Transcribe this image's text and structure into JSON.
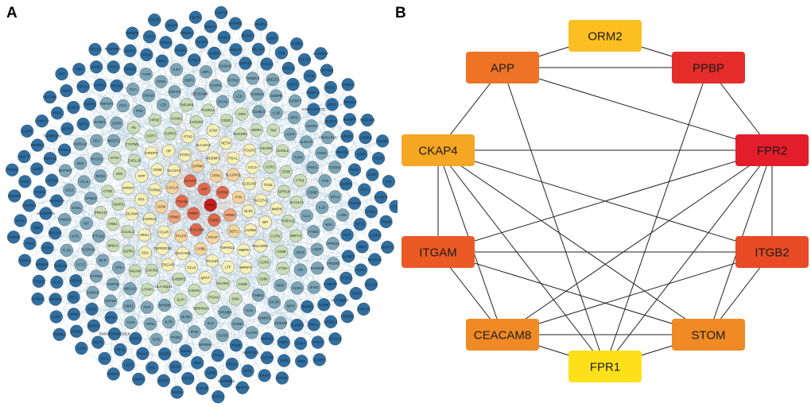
{
  "panel_a": {
    "label": "A",
    "edge_colors": {
      "inner": "#e8a890",
      "outer": "#a9c8dc"
    },
    "groups": [
      {
        "color": "#cc1c1c",
        "nodes": [
          "FPR2"
        ]
      },
      {
        "color": "#e06a4c",
        "nodes": [
          "PPBP",
          "APP",
          "ITGB2",
          "ITGAM",
          "STOM",
          "CEACAM8",
          "CKAP4"
        ]
      },
      {
        "color": "#eea57c",
        "nodes": [
          "ORM2",
          "ORM1"
        ]
      },
      {
        "color": "#f5d49a",
        "nodes": [
          "FPR1",
          "PSAP",
          "CXCL8",
          "FYN",
          "PTAFR",
          "GPR84",
          "BST1",
          "CD36",
          "SLCO4C1",
          "CYBB"
        ]
      },
      {
        "color": "#f7f0b4",
        "nodes": [
          "SLC2A3",
          "OLR1",
          "FCAR",
          "MCEMP1",
          "TSPAN14",
          "TARM1",
          "CLEC4D",
          "CEACAM1",
          "PTPRJ",
          "LILRB2",
          "FCER1G",
          "ITGAL",
          "PLAUR",
          "CD93",
          "SLC27A2",
          "TNFRSF1B",
          "SLC44A2",
          "MMP9",
          "PF4",
          "CCL5",
          "CCL4",
          "HP",
          "BPI",
          "ARG1",
          "RETN",
          "LTF",
          "CFP",
          "TCN1",
          "OSCAR",
          "PTX3",
          "PGLYRP1",
          "OLFM4",
          "FOLR3",
          "QPCT",
          "CRISP3",
          "MMP8",
          "CDA",
          "LCN2",
          "MPEP4",
          "GPR97"
        ]
      },
      {
        "color": "#c9dcb4",
        "nodes": [
          "CCR1",
          "GABBR1",
          "S1PR3",
          "CCR2",
          "CCL4L1",
          "SUCNR1",
          "HCAR2",
          "CXCL16",
          "GPR18",
          "CXCR2",
          "CX3CR1",
          "CCR5",
          "C5AR1",
          "HCAR3",
          "CXCR1",
          "CCR7",
          "P2RY13",
          "S1PR1",
          "CD3G",
          "CD3D",
          "CD4",
          "CD3E",
          "HLA-DQA1",
          "ICAM1",
          "CD28",
          "VNN1",
          "SIRPA",
          "ITGAX",
          "CYSTM1",
          "SLC11A1",
          "MGAM",
          "FCGR1A",
          "CD86",
          "CTSZ",
          "CHI3L1",
          "SLPI",
          "HPSE",
          "DEFA4",
          "MNDA",
          "GRN",
          "GNS",
          "CTSS",
          "FTH1",
          "LTA4H",
          "TNFAIP6",
          "CTSH",
          "PRKCD",
          "TNF",
          "SERPINA1",
          "F5"
        ]
      },
      {
        "color": "#7ca6b8",
        "nodes": [
          "CLU",
          "CFD",
          "VCAN",
          "THBS1",
          "RCN1",
          "TLR4",
          "MYD88",
          "LTB",
          "CD14",
          "PTGS2",
          "CD40LG",
          "TYROBP",
          "MGST1",
          "CD68",
          "ABCA13",
          "CEACAM6",
          "BRI3",
          "CPNE3",
          "ACPP",
          "BLNK",
          "PXN",
          "ITGB3",
          "BCR",
          "LCK",
          "HCK",
          "PLCG2",
          "PAG1",
          "FGR",
          "GRAP2",
          "ITK",
          "KIT",
          "IL1B",
          "IL1A",
          "CD34",
          "IL18",
          "HSPA8",
          "CASP1",
          "IGF2R",
          "CCL3",
          "CLEC7A",
          "IL7R",
          "SNX10",
          "LDLR",
          "FCGR2A",
          "FCGR3A",
          "RHOB",
          "CD2",
          "FYB",
          "GBP1",
          "GBP2",
          "OAS2",
          "OASL",
          "IRF8",
          "IFI30",
          "IRF4",
          "MX1",
          "IFITM3",
          "IFITM1",
          "SAMHD1",
          "MX2",
          "VNN3",
          "VNN2",
          "CD52",
          "FCGR3B",
          "ALPL",
          "CEBPB",
          "TGFBI",
          "KLRD1",
          "BCL6",
          "CD79B",
          "LRP1",
          "MPO",
          "AZU1",
          "CECR1",
          "PADI2",
          "GCA",
          "CPPED1",
          "CCT2",
          "TXNDC5",
          "ALOX5",
          "S100A12",
          "CD163",
          "TLR1",
          "TLR7",
          "IFNG",
          "FAM20A",
          "IGFBP7",
          "NFKBIA",
          "TNFAIP3",
          "LY96",
          "S100A9",
          "S100A8",
          "CD300E",
          "MAP3K8",
          "ARHGAP26",
          "TLR2",
          "TLR8",
          "IFNGR2",
          "TLR5",
          "UBE2D1"
        ]
      },
      {
        "color": "#2f6fa2",
        "nodes": [
          "TYMP",
          "UPP1",
          "DUSP2",
          "DPYD",
          "FLT3LG",
          "DUSP1",
          "B4GALT5",
          "CSGALNACT1",
          "BAG3",
          "PROM1",
          "FLT3",
          "HSPA4",
          "HSPA1B",
          "HSPA1A",
          "SCML1",
          "DNAJB1",
          "SORT1",
          "BMI1",
          "IL18RAP",
          "DNAJA4",
          "UGCG",
          "ITPK1",
          "SGPP1",
          "KCNJ15",
          "ICOS",
          "CD300LB",
          "SLAMF6",
          "CARD16",
          "NLRC4",
          "CD226",
          "SIRPB1",
          "SLAMF7",
          "SH2D1B",
          "CCL3L3",
          "HERPUD1",
          "NLRP1",
          "PKD2",
          "ENSG00000255819",
          "ASAP1",
          "GZMK",
          "ARHGAP31",
          "FNBP1L",
          "HK3",
          "LRRK2",
          "NET1",
          "SELL",
          "HBEGF",
          "FBP1",
          "P2RY10",
          "NR1D1",
          "TAGAP",
          "NRG4",
          "FFAR2",
          "RORA",
          "APEX1",
          "NRG1",
          "GZMA",
          "XCL1",
          "GPR65",
          "TGFBR3",
          "PRF1",
          "TIAM1",
          "SELP",
          "AKT3",
          "GCH1",
          "GNLY",
          "KLF5",
          "SELPLG",
          "CLEC4E",
          "TGFBRAP1",
          "CD83",
          "HRH2",
          "NR4A1",
          "HLA-DQB1",
          "ADM",
          "CD48",
          "GZMB",
          "TSPYL2",
          "IFI44L",
          "HPGD",
          "CD101",
          "CDK4",
          "CD38",
          "NAMPT",
          "EVL",
          "SKAP1",
          "CDK6",
          "MAML2",
          "CD5",
          "MYB",
          "HES1",
          "CAST",
          "NCF1",
          "KIR2DL1",
          "KIR3DL1",
          "KIR2DL3",
          "NCF2",
          "FCER2",
          "DYSF",
          "CAPN3",
          "HPGDS",
          "RUNX3",
          "PAX5",
          "KIR3DL2",
          "CAMK4",
          "LEF1",
          "TCF7",
          "SOX4",
          "PFAS",
          "TCF7L2",
          "SERPINB2",
          "CD22",
          "RASSF5",
          "STMN1",
          "KDM7A",
          "PAICS",
          "ETS1",
          "TRIM24",
          "ADTRP",
          "RASGRP1",
          "BCL2L11",
          "ITGA6",
          "IL6ST",
          "RRAS",
          "CAMK2D",
          "PECR",
          "SAT1",
          "GIMAP5",
          "CSF2RA",
          "CTSL",
          "DPYSL2",
          "CSF1R",
          "TNIK",
          "TRIM9",
          "IL4R",
          "ENTPD1",
          "BMX",
          "IKZF3",
          "RNF144B",
          "GIMAP6",
          "IMPDH2",
          "SOCS3",
          "DOK2",
          "TUBB1",
          "TNFSF14",
          "PECAM1",
          "TEC",
          "IL23A",
          "ABCE1",
          "BCL2A1",
          "GIMAP8",
          "FBXL5",
          "EVI2A",
          "RPL12",
          "ANGPT1",
          "CCNA1",
          "BLVRA",
          "EIF3M",
          "EVI2B",
          "EIF3B",
          "HMOX1",
          "POU2F2",
          "PRKCH",
          "TREM1",
          "ALOX5AP",
          "COTL1",
          "HPR",
          "CES1",
          "TREML2",
          "CHST15",
          "IL10RA",
          "TREM2"
        ]
      }
    ]
  },
  "panel_b": {
    "label": "B",
    "nodes": [
      {
        "label": "ORM2",
        "color": "#fbbf22"
      },
      {
        "label": "APP",
        "color": "#ee7325"
      },
      {
        "label": "PPBP",
        "color": "#e52d2a"
      },
      {
        "label": "CKAP4",
        "color": "#f5a623"
      },
      {
        "label": "FPR2",
        "color": "#e31e2a"
      },
      {
        "label": "ITGAM",
        "color": "#eb5a25"
      },
      {
        "label": "ITGB2",
        "color": "#e84a25"
      },
      {
        "label": "CEACAM8",
        "color": "#f08a25"
      },
      {
        "label": "STOM",
        "color": "#f08a25"
      },
      {
        "label": "FPR1",
        "color": "#fde01a"
      }
    ],
    "edges": [
      [
        "ORM2",
        "APP"
      ],
      [
        "ORM2",
        "PPBP"
      ],
      [
        "APP",
        "PPBP"
      ],
      [
        "APP",
        "FPR2"
      ],
      [
        "APP",
        "CKAP4"
      ],
      [
        "APP",
        "FPR1"
      ],
      [
        "PPBP",
        "FPR1"
      ],
      [
        "PPBP",
        "FPR2"
      ],
      [
        "CKAP4",
        "FPR2"
      ],
      [
        "CKAP4",
        "ITGB2"
      ],
      [
        "CKAP4",
        "ITGAM"
      ],
      [
        "CKAP4",
        "CEACAM8"
      ],
      [
        "CKAP4",
        "FPR1"
      ],
      [
        "CKAP4",
        "STOM"
      ],
      [
        "FPR2",
        "ITGAM"
      ],
      [
        "FPR2",
        "CEACAM8"
      ],
      [
        "FPR2",
        "FPR1"
      ],
      [
        "FPR2",
        "STOM"
      ],
      [
        "FPR2",
        "ITGB2"
      ],
      [
        "ITGAM",
        "ITGB2"
      ],
      [
        "ITGAM",
        "STOM"
      ],
      [
        "ITGAM",
        "CEACAM8"
      ],
      [
        "ITGB2",
        "CEACAM8"
      ],
      [
        "ITGB2",
        "STOM"
      ],
      [
        "CEACAM8",
        "STOM"
      ],
      [
        "CEACAM8",
        "FPR1"
      ],
      [
        "STOM",
        "FPR1"
      ]
    ]
  }
}
